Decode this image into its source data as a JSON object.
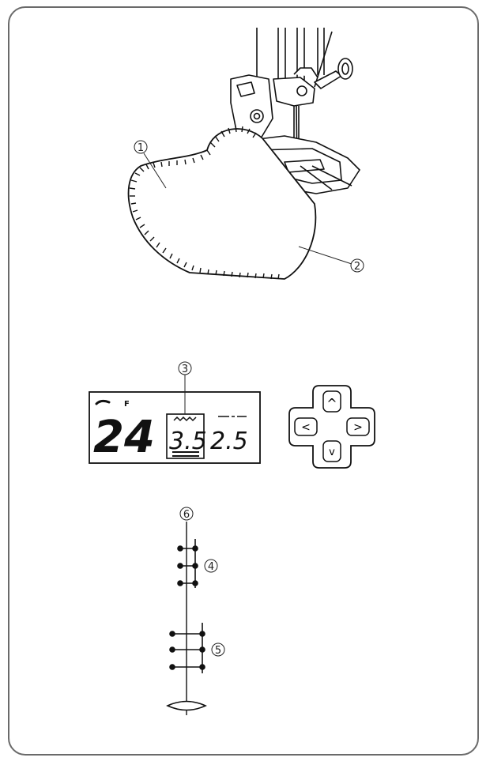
{
  "callouts": {
    "c1": "1",
    "c2": "2",
    "c3": "3",
    "c4": "4",
    "c5": "5",
    "c6": "6"
  },
  "lcd": {
    "pattern_number": "24",
    "mode_letter": "F",
    "width_value": "3.5",
    "length_value": "2.5"
  },
  "dpad": {
    "up": "^",
    "left": "<",
    "right": ">",
    "down": "v"
  }
}
